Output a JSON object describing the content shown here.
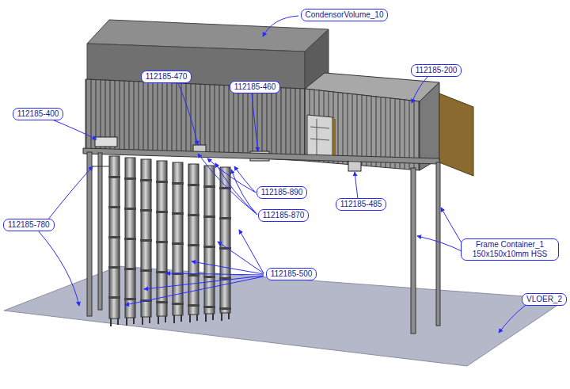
{
  "diagram": {
    "labels": [
      "CondensorVolume_10",
      "112185-470",
      "112185-460",
      "112185-200",
      "112185-400",
      "112185-890",
      "112185-870",
      "112185-485",
      "112185-780",
      "112185-500",
      "Frame Container_1 150x150x10mm HSS",
      "VLOER_2"
    ]
  }
}
